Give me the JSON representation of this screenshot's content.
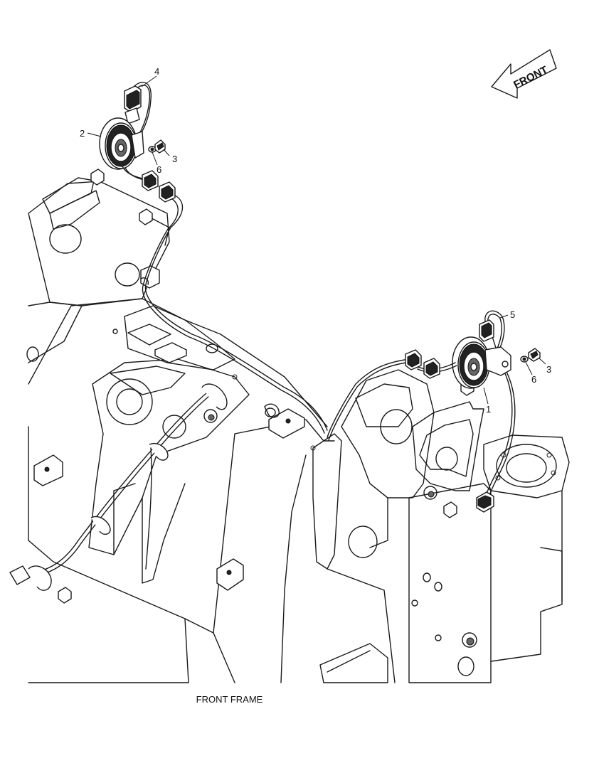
{
  "caption": "FRONT FRAME",
  "direction_arrow": {
    "label": "FRONT"
  },
  "callouts": {
    "horn_right": "1",
    "horn_left": "2",
    "bolt_left": "3",
    "bolt_right": "3",
    "harness_left": "4",
    "harness_right": "5",
    "washer_left": "6",
    "washer_right": "6"
  }
}
